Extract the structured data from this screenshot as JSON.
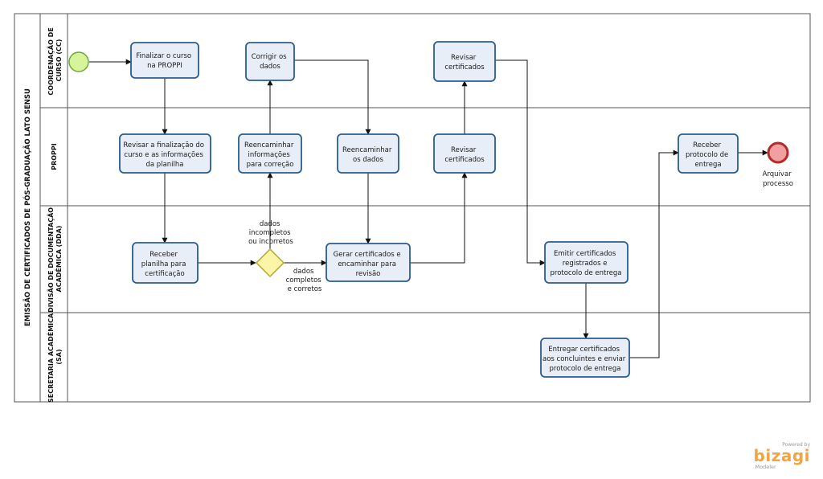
{
  "pool": {
    "title": "EMISSÃO DE CERTIFICADOS DE PÓS-GRADUAÇÃO LATO SENSU"
  },
  "lanes": [
    "COORDENAÇÃO DE CURSO (CC)",
    "PROPPI",
    "DIVISÃO DE DOCUMENTAÇÃO ACADÊMICA (DDA)",
    "SECRETARIA ACADÊMICA (SA)"
  ],
  "tasks": {
    "finalizar": [
      "Finalizar o curso",
      "na PROPPI"
    ],
    "corrigir": [
      "Corrigir  os",
      "dados"
    ],
    "revisar_cc": [
      "Revisar",
      "certificados"
    ],
    "revisar_finalizacao": [
      "Revisar a finalização do",
      "curso  e as informações",
      "da planilha"
    ],
    "reencaminhar_info": [
      "Reencaminhar",
      "informações",
      "para correção"
    ],
    "reencaminhar_dados": [
      "Reencaminhar",
      "os dados"
    ],
    "revisar_proppi": [
      "Revisar",
      "certificados"
    ],
    "receber_protocolo": [
      "Receber",
      "protocolo de",
      "entrega"
    ],
    "receber_planilha": [
      "Receber",
      "planilha para",
      "certificação"
    ],
    "gerar": [
      "Gerar certificados e",
      "encaminhar para",
      "revisão"
    ],
    "emitir": [
      "Emitir certificados",
      "registrados  e",
      "protocolo de entrega"
    ],
    "entregar": [
      "Entregar certificados",
      "aos concluintes e enviar",
      "protocolo de entrega"
    ]
  },
  "gateway_labels": {
    "incomplete": [
      "dados",
      "incompletos",
      "ou incorretos"
    ],
    "complete": [
      "dados",
      "completos",
      "e corretos"
    ]
  },
  "end_event_label": [
    "Arquivar",
    "processo"
  ],
  "brand": {
    "powered": "Powered by",
    "name": "bizagi",
    "sub": "Modeler"
  },
  "colors": {
    "task_fill": "#e8eef7",
    "task_stroke": "#2b5c8f",
    "start_fill": "#d6f59a",
    "start_stroke": "#6fa83a",
    "end_fill": "#f0a0a0",
    "end_stroke": "#b52a2a",
    "gateway_fill": "#fbf6a7",
    "gateway_stroke": "#b5a52c",
    "brand": "#f0a640"
  }
}
